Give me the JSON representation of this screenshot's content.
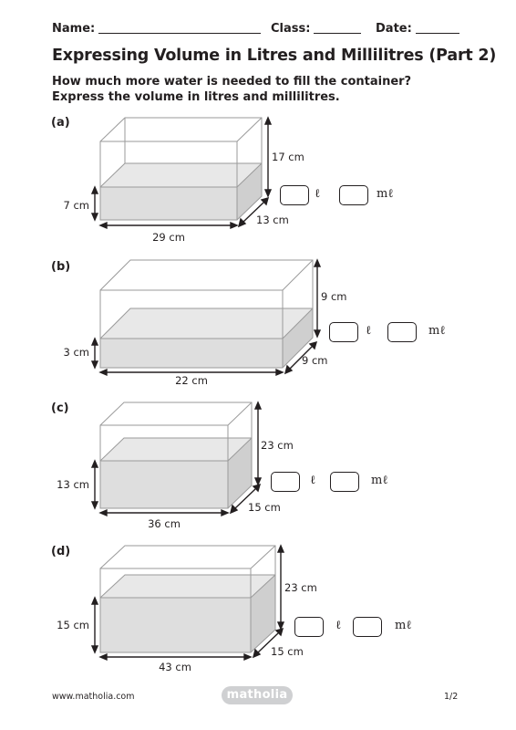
{
  "header": {
    "name_label": "Name:",
    "class_label": "Class:",
    "date_label": "Date:"
  },
  "title": "Expressing Volume in Litres and Millilitres (Part 2)",
  "instructions": [
    "How much more water is needed to fill the container?",
    "Express the volume in litres and millilitres."
  ],
  "questions": [
    {
      "label": "(a)",
      "height": "17 cm",
      "water": "7 cm",
      "length": "29 cm",
      "depth": "13 cm",
      "unit_l": "ℓ",
      "unit_ml": "mℓ"
    },
    {
      "label": "(b)",
      "height": "9 cm",
      "water": "3 cm",
      "length": "22 cm",
      "depth": "9 cm",
      "unit_l": "ℓ",
      "unit_ml": "mℓ"
    },
    {
      "label": "(c)",
      "height": "23 cm",
      "water": "13 cm",
      "length": "36 cm",
      "depth": "15 cm",
      "unit_l": "ℓ",
      "unit_ml": "mℓ"
    },
    {
      "label": "(d)",
      "height": "23 cm",
      "water": "15 cm",
      "length": "43 cm",
      "depth": "15 cm",
      "unit_l": "ℓ",
      "unit_ml": "mℓ"
    }
  ],
  "footer": {
    "url": "www.matholia.com",
    "logo_text": "matholia",
    "page": "1/2"
  }
}
